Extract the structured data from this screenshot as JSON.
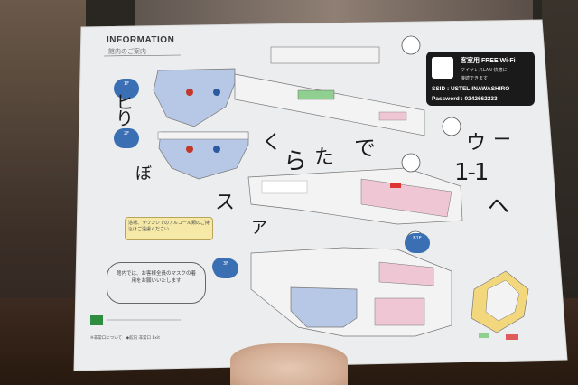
{
  "sheet": {
    "title": "INFORMATION",
    "subtitle": "館内のご案内"
  },
  "wifi": {
    "title": "客室用 FREE Wi-Fi",
    "note_line1": "ワイヤレスLAN 快適に",
    "note_line2": "接続できます",
    "ssid": "SSID : USTEL-INAWASHIRO",
    "password": "Password : 0242662233"
  },
  "notes": {
    "yellow": "浴場、ラウンジでのアルコール類のご持込はご遠慮ください",
    "mask": "館内では、お客様全員のマスクの着用をお願いいたします",
    "footer": "※非常口について　◆館内 非常口 Exit"
  },
  "floor_badges": [
    "1F",
    "2F",
    "3F",
    "B1F"
  ],
  "handwriting": {
    "hidari": "ヒ\nり",
    "bo": "ぼ",
    "su": "ス",
    "a": "ア",
    "ku": "く",
    "ra": "ら",
    "ta": "た",
    "de": "で",
    "u": "ウ",
    "dash": "ー",
    "one_one": "1-1",
    "he": "ヘ"
  },
  "icons": {
    "exit": "exit-running-man-icon",
    "wifi": "wifi-icon",
    "onsen": "hot-spring-icon"
  },
  "colors": {
    "sheet": "#ecedee",
    "map_blue": "#b7c7e6",
    "map_pink": "#eec6d4",
    "map_green": "#8fcf8f",
    "wifi_bg": "#1a1a1a",
    "badge_blue": "#3b6fb3"
  }
}
